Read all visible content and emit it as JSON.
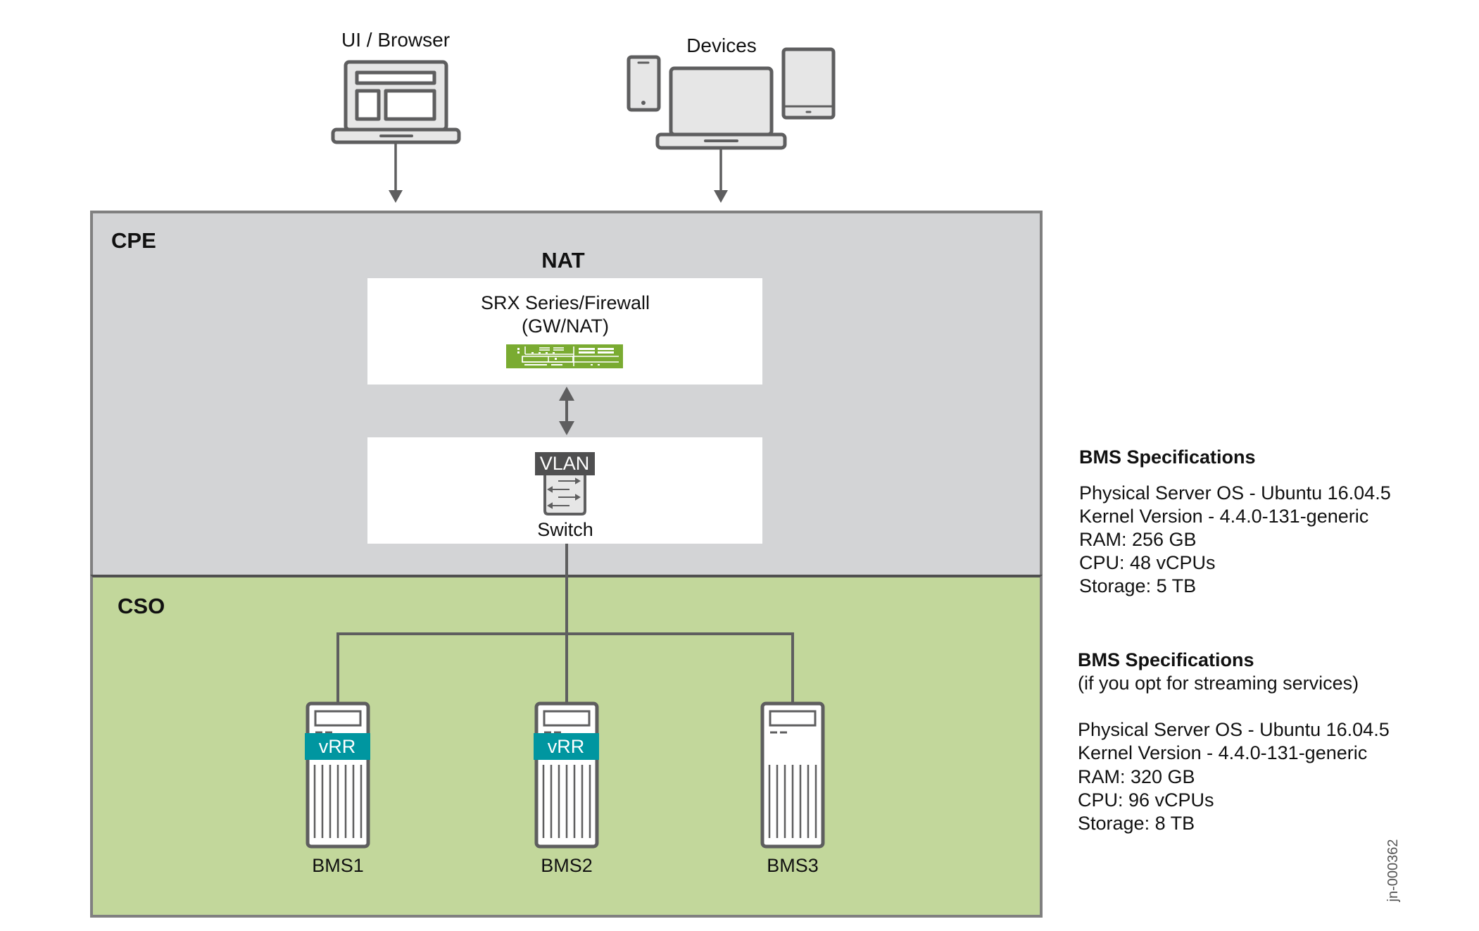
{
  "clients": {
    "browser": {
      "label": "UI / Browser",
      "icon": "laptop-browser-icon"
    },
    "devices": {
      "label": "Devices",
      "icons": [
        "phone-icon",
        "laptop-icon",
        "tablet-icon"
      ]
    }
  },
  "cpe": {
    "title": "CPE",
    "nat_label": "NAT",
    "firewall": {
      "line1": "SRX Series/Firewall",
      "line2": "(GW/NAT)",
      "icon": "firewall-device-icon"
    },
    "switch": {
      "badge": "VLAN",
      "label": "Switch",
      "icon": "switch-icon"
    }
  },
  "cso": {
    "title": "CSO",
    "servers": [
      {
        "label": "BMS1",
        "badge": "vRR"
      },
      {
        "label": "BMS2",
        "badge": "vRR"
      },
      {
        "label": "BMS3",
        "badge": null
      }
    ]
  },
  "specs": [
    {
      "title": "BMS Specifications",
      "subtitle": null,
      "lines": [
        "Physical Server OS - Ubuntu 16.04.5",
        "Kernel Version - 4.4.0-131-generic",
        "RAM: 256 GB",
        "CPU: 48 vCPUs",
        "Storage: 5 TB"
      ]
    },
    {
      "title": "BMS Specifications",
      "subtitle": "(if you opt for streaming services)",
      "lines": [
        "Physical Server OS - Ubuntu 16.04.5",
        "Kernel Version - 4.4.0-131-generic",
        "RAM: 320 GB",
        "CPU: 96 vCPUs",
        "Storage: 8 TB"
      ]
    }
  ],
  "figure_id": "jn-000362",
  "colors": {
    "cpe_fill": "#d3d4d6",
    "cso_fill": "#c2d79b",
    "vrr_teal": "#0096a0",
    "firewall_green": "#7aab31",
    "icon_stroke": "#5e5e5f",
    "icon_fill": "#e6e6e6"
  }
}
